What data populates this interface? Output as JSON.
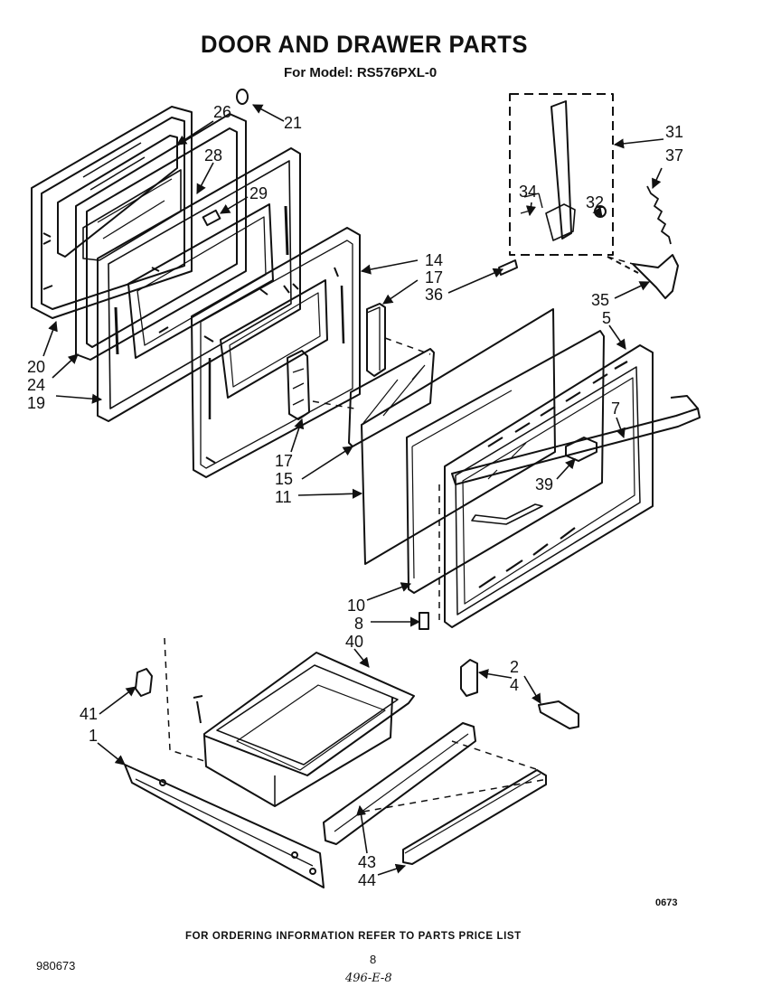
{
  "header": {
    "title": "DOOR AND DRAWER PARTS",
    "subtitle": "For Model: RS576PXL-0"
  },
  "footer": {
    "ordering_note": "FOR ORDERING INFORMATION REFER TO PARTS PRICE LIST",
    "page_number": "8",
    "document_number": "980673",
    "drawing_code": "0673",
    "handwritten_note": "496-E-8"
  },
  "callouts": [
    {
      "id": "c26",
      "label": "26"
    },
    {
      "id": "c21",
      "label": "21"
    },
    {
      "id": "c28",
      "label": "28"
    },
    {
      "id": "c29",
      "label": "29"
    },
    {
      "id": "c20",
      "label": "20"
    },
    {
      "id": "c24",
      "label": "24"
    },
    {
      "id": "c19",
      "label": "19"
    },
    {
      "id": "c14",
      "label": "14"
    },
    {
      "id": "c17a",
      "label": "17"
    },
    {
      "id": "c36",
      "label": "36"
    },
    {
      "id": "c17b",
      "label": "17"
    },
    {
      "id": "c15",
      "label": "15"
    },
    {
      "id": "c11",
      "label": "11"
    },
    {
      "id": "c31",
      "label": "31"
    },
    {
      "id": "c37",
      "label": "37"
    },
    {
      "id": "c34",
      "label": "34"
    },
    {
      "id": "c32",
      "label": "32"
    },
    {
      "id": "c35",
      "label": "35"
    },
    {
      "id": "c5",
      "label": "5"
    },
    {
      "id": "c7",
      "label": "7"
    },
    {
      "id": "c39",
      "label": "39"
    },
    {
      "id": "c10",
      "label": "10"
    },
    {
      "id": "c8",
      "label": "8"
    },
    {
      "id": "c40",
      "label": "40"
    },
    {
      "id": "c41",
      "label": "41"
    },
    {
      "id": "c1",
      "label": "1"
    },
    {
      "id": "c2",
      "label": "2"
    },
    {
      "id": "c4",
      "label": "4"
    },
    {
      "id": "c43",
      "label": "43"
    },
    {
      "id": "c44",
      "label": "44"
    }
  ]
}
